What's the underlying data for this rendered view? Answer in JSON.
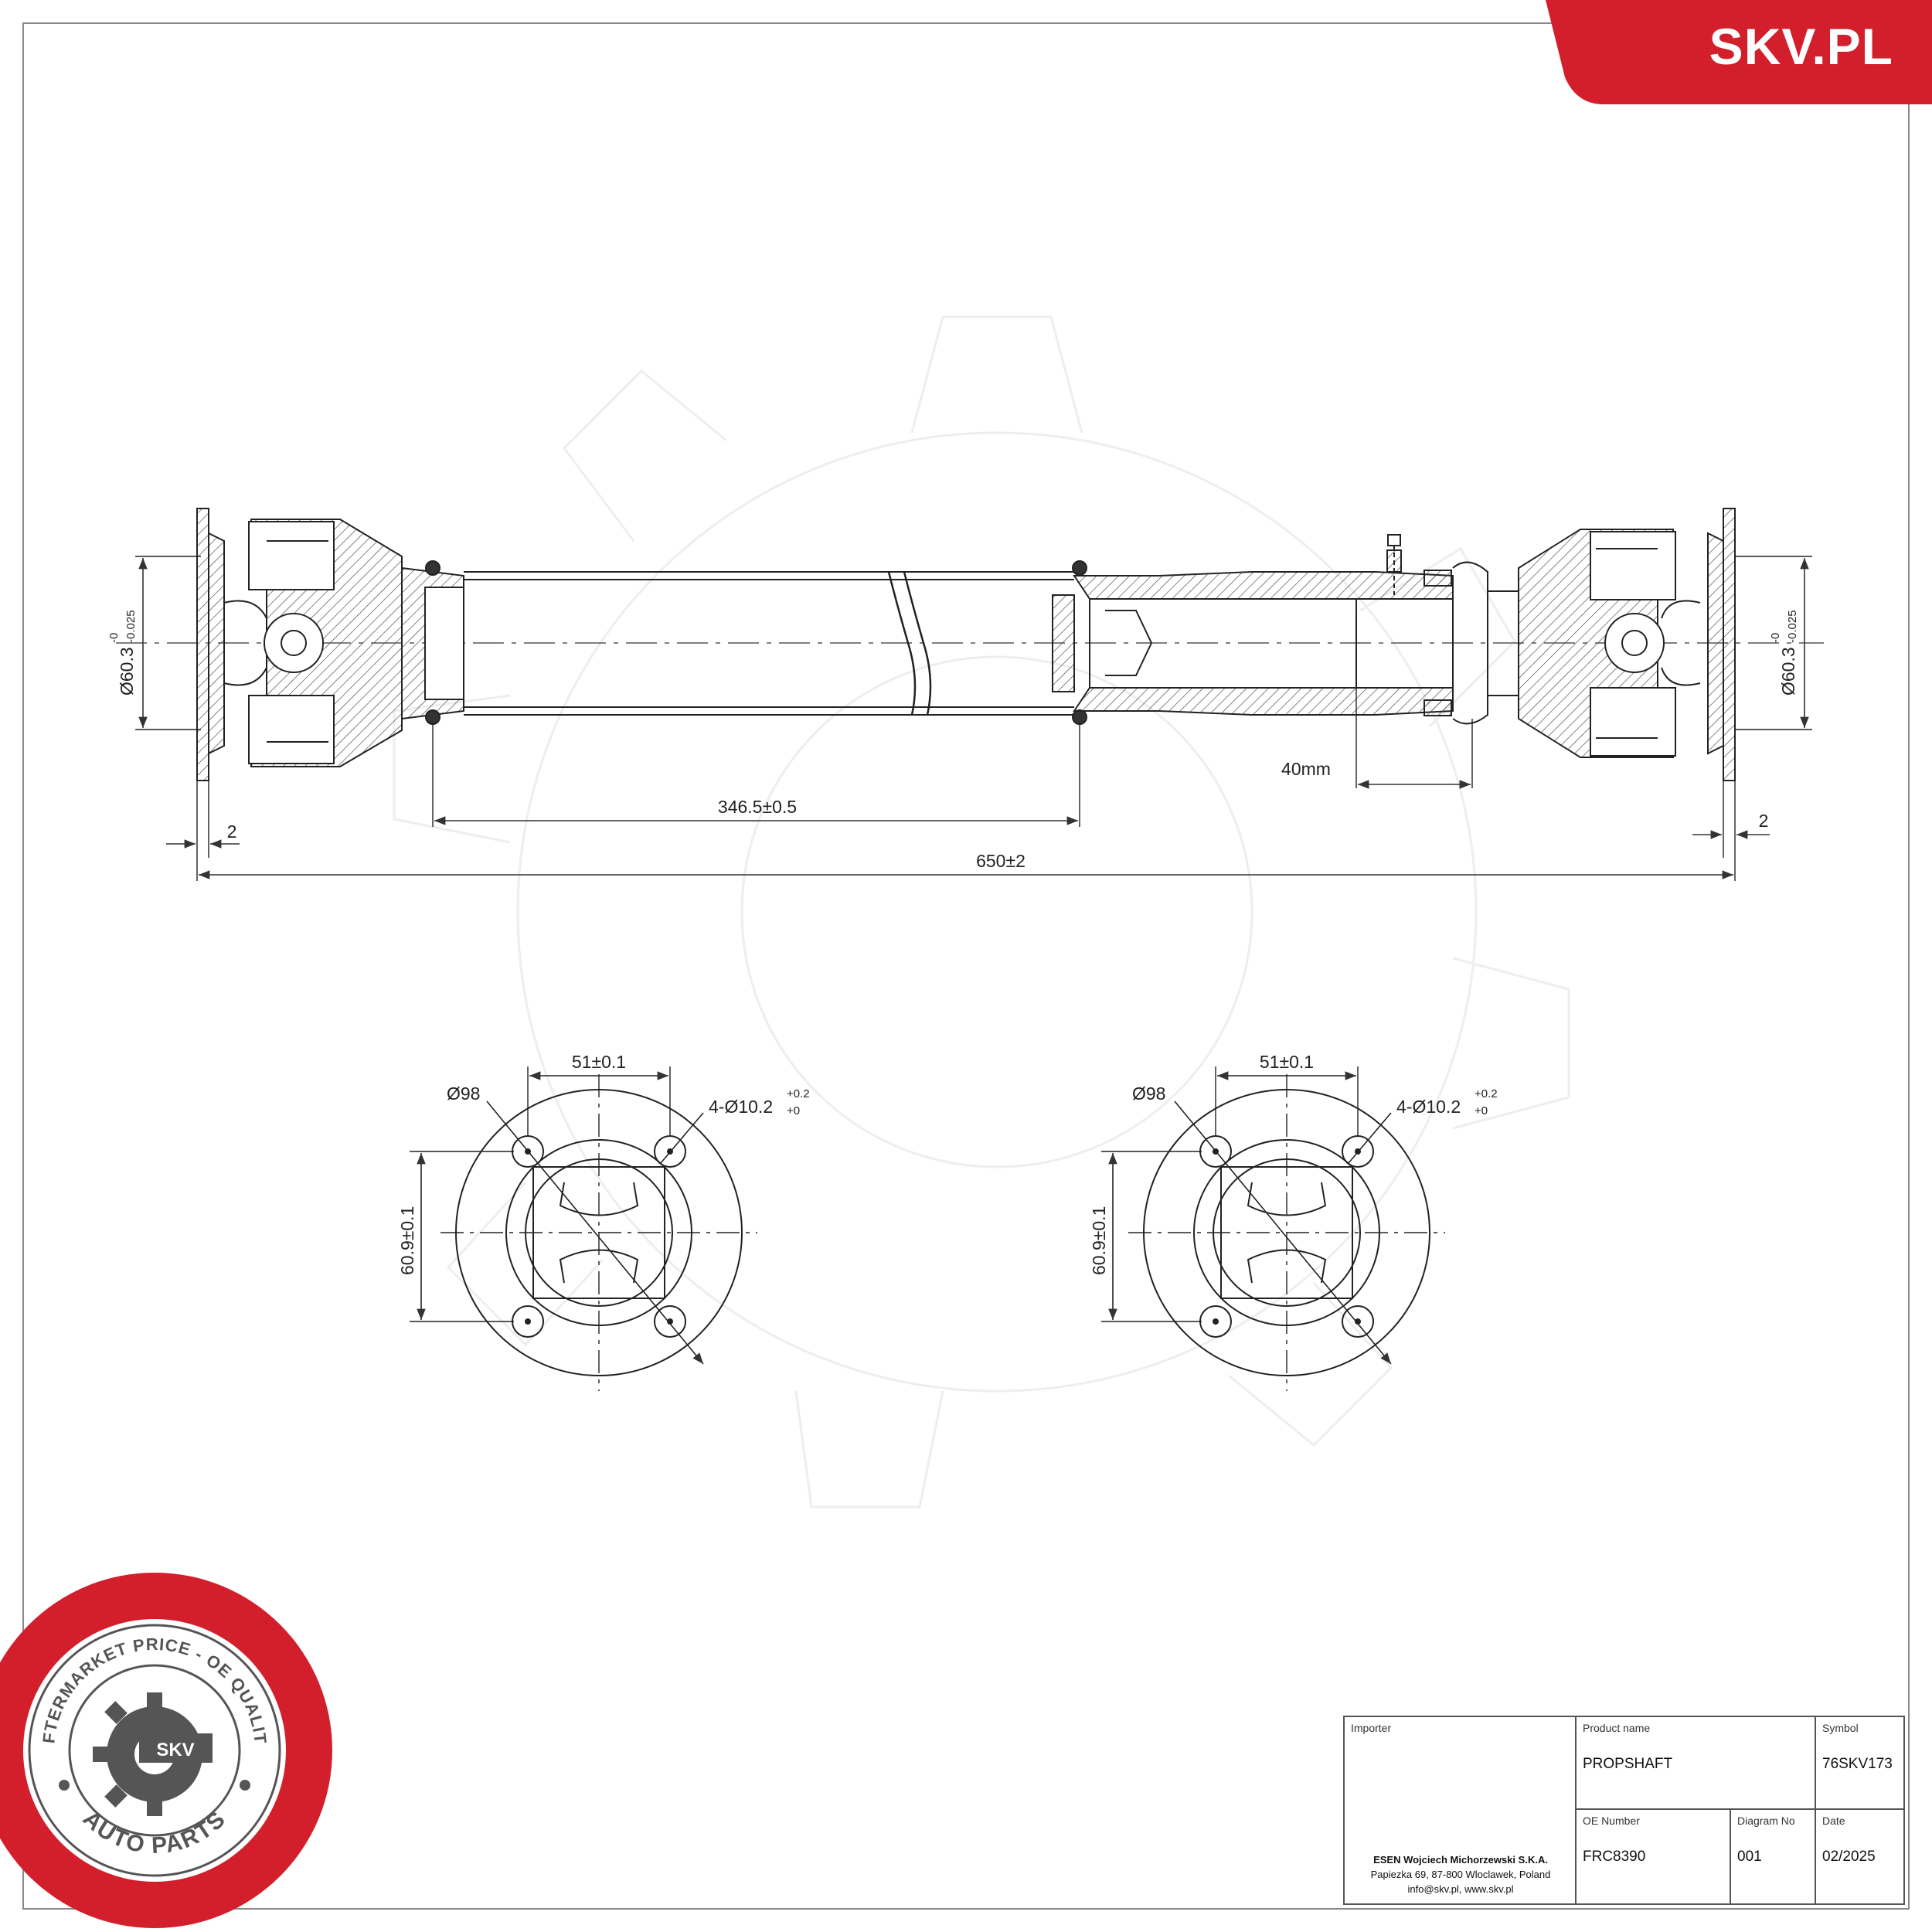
{
  "brand": {
    "site": "SKV.PL",
    "red": "#d21f2b"
  },
  "drawing": {
    "dims": {
      "left_diameter": "Ø60.3",
      "left_tol_upper": "-0",
      "left_tol_lower": "-0.025",
      "right_diameter": "Ø60.3",
      "right_tol_upper": "-0",
      "right_tol_lower": "-0.025",
      "slip_length": "40mm",
      "tube_length": "346.5±0.5",
      "flange_left": "2",
      "flange_right": "2",
      "overall": "650±2"
    },
    "flanges": [
      {
        "pitch": "51±0.1",
        "outer": "Ø98",
        "holes": "4-Ø10.2",
        "holes_tol_upper": "+0.2",
        "holes_tol_lower": "+0",
        "height": "60.9±0.1"
      },
      {
        "pitch": "51±0.1",
        "outer": "Ø98",
        "holes": "4-Ø10.2",
        "holes_tol_upper": "+0.2",
        "holes_tol_lower": "+0",
        "height": "60.9±0.1"
      }
    ]
  },
  "badge": {
    "ring_text": "AFTERMARKET PRICE - OE QUALITY",
    "center": "SKV",
    "bottom": "AUTO PARTS"
  },
  "title_block": {
    "importer_label": "Importer",
    "importer_name": "ESEN Wojciech Michorzewski S.K.A.",
    "importer_address": "Papiezka 69, 87-800 Wloclawek, Poland",
    "importer_contact": "info@skv.pl, www.skv.pl",
    "product_label": "Product name",
    "product_value": "PROPSHAFT",
    "symbol_label": "Symbol",
    "symbol_value": "76SKV173",
    "oe_label": "OE Number",
    "oe_value": "FRC8390",
    "diagram_label": "Diagram No",
    "diagram_value": "001",
    "date_label": "Date",
    "date_value": "02/2025"
  }
}
